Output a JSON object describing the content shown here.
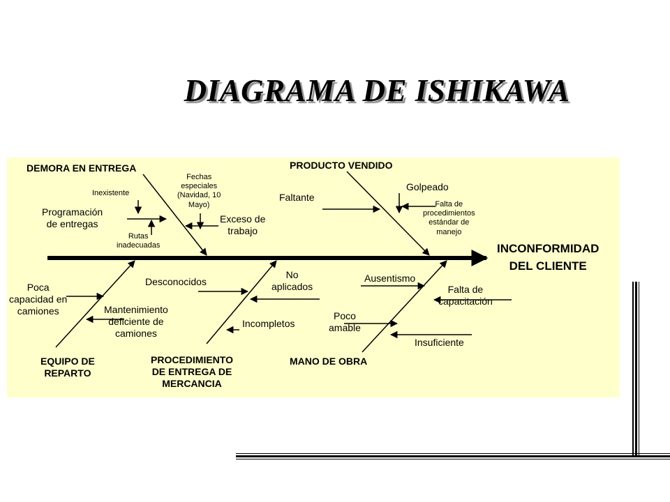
{
  "title": "DIAGRAMA DE ISHIKAWA",
  "effect": [
    "INCONFORMIDAD",
    "DEL CLIENTE"
  ],
  "categories": {
    "demora": "DEMORA EN ENTREGA",
    "producto": "PRODUCTO VENDIDO",
    "equipo": [
      "EQUIPO DE",
      "REPARTO"
    ],
    "procedimiento": [
      "PROCEDIMIENTO",
      "DE ENTREGA DE",
      "MERCANCIA"
    ],
    "mano_obra": "MANO DE OBRA"
  },
  "causes": {
    "inexistente": "Inexistente",
    "fechas": [
      "Fechas",
      "especiales",
      "(Navidad, 10",
      "Mayo)"
    ],
    "programacion": [
      "Programación",
      "de entregas"
    ],
    "rutas": [
      "Rutas",
      "inadecuadas"
    ],
    "exceso": [
      "Exceso de",
      "trabajo"
    ],
    "faltante": "Faltante",
    "golpeado": "Golpeado",
    "falta_proc": [
      "Falta de",
      "procedimientos",
      "estándar de",
      "manejo"
    ],
    "poca_cap": [
      "Poca",
      "capacidad en",
      "camiones"
    ],
    "mantenimiento": [
      "Mantenimiento",
      "deficiente de",
      "camiones"
    ],
    "desconocidos": "Desconocidos",
    "no_aplicados": [
      "No",
      "aplicados"
    ],
    "incompletos": "Incompletos",
    "ausentismo": "Ausentismo",
    "falta_cap": [
      "Falta de",
      "capacitación"
    ],
    "poco_amable": [
      "Poco",
      "amable"
    ],
    "insuficiente": "Insuficiente"
  }
}
